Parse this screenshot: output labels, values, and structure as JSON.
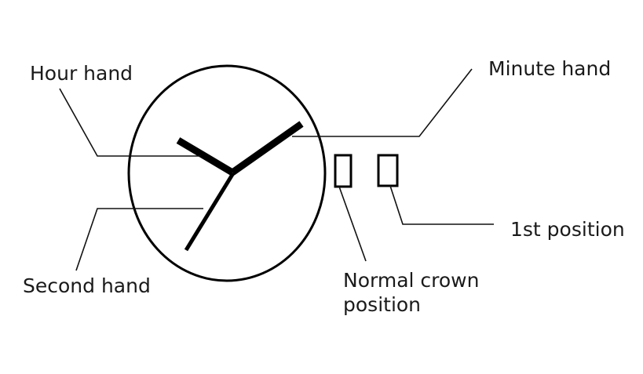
{
  "labels": {
    "hour_hand": "Hour hand",
    "minute_hand": "Minute hand",
    "second_hand": "Second hand",
    "normal_crown_line1": "Normal crown",
    "normal_crown_line2": "position",
    "first_position": "1st position"
  },
  "colors": {
    "ink": "#000000",
    "background": "#ffffff"
  }
}
